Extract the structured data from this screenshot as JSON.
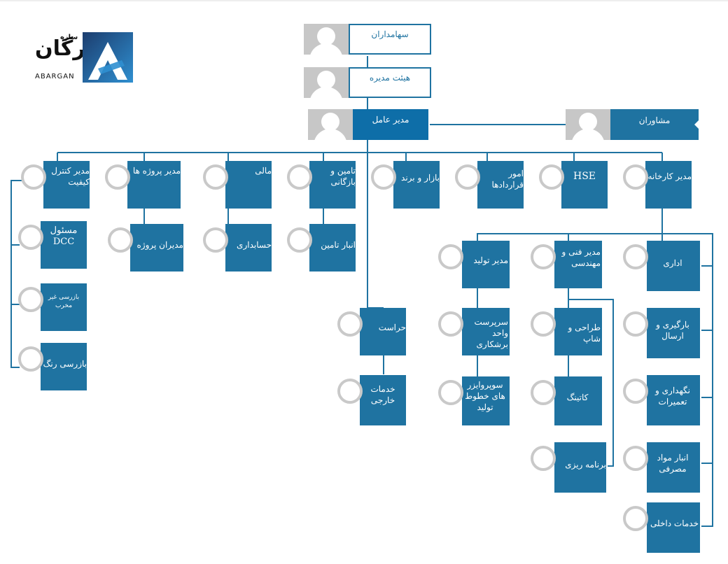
{
  "logo": {
    "name_fa": "ابرگان",
    "name_fa_small": "سازه",
    "name_en": "ABARGAN",
    "colors": {
      "dark": "#1c3d6e",
      "light": "#2f8fd0"
    }
  },
  "colors": {
    "box": "#1f73a1",
    "exec_box": "#0e6ea8",
    "line": "#1f73a1",
    "avatar_ring": "#c9c9c9",
    "photo_bg": "#c7c7c7"
  },
  "top": {
    "shareholders": "سهامداران",
    "board": "هیئت مدیره",
    "ceo": "مدیر عامل",
    "advisors": "مشاوران"
  },
  "dept": {
    "qc": "مدیر کنترل کیفیت",
    "projects": "مدیر پروژه ها",
    "finance": "مالی",
    "supply": "تامین و بازگانی",
    "market": "بازار و برند",
    "contracts": "امور قراردادها",
    "hse": "HSE",
    "factory": "مدیر کارخانه"
  },
  "qc_sub": {
    "dcc": "مسئول DCC",
    "ndt": "بازرسی غیر مخرب",
    "paint": "بازرسی رنگ"
  },
  "projects_sub": {
    "managers": "مدیران پروژه"
  },
  "finance_sub": {
    "accounting": "حسابداری"
  },
  "supply_sub": {
    "warehouse": "انبار تامین"
  },
  "security": {
    "guard": "حراست",
    "external": "خدمات خارجی"
  },
  "factory_sub": {
    "production": "مدیر تولید",
    "technical": "مدیر فنی و مهندسی",
    "admin": "اداری",
    "blasting": "سرپرست واحد برشکاری",
    "supervisor_lines": "سوپروایزر های خطوط تولید",
    "design": "طراحی و شاپ",
    "cutting": "کاتینگ",
    "planning": "برنامه ریزی",
    "loading": "بارگیری و ارسال",
    "maintenance": "نگهداری و تعمیرات",
    "consumables": "انبار مواد مصرفی",
    "internal": "خدمات داخلی"
  }
}
